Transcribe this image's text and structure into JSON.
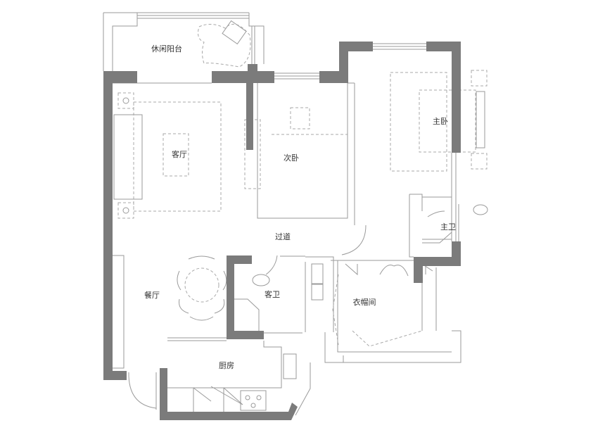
{
  "plan": {
    "colors": {
      "wall": "#7b7b7b",
      "line": "#9a9a9a",
      "background": "#ffffff"
    },
    "rooms": {
      "balcony": "休闲阳台",
      "living": "客厅",
      "second_bedroom": "次卧",
      "master_bedroom": "主卧",
      "master_bath": "主卫",
      "corridor": "过道",
      "dining": "餐厅",
      "guest_bath": "客卫",
      "walk_in_closet": "衣帽间",
      "kitchen": "厨房"
    }
  }
}
